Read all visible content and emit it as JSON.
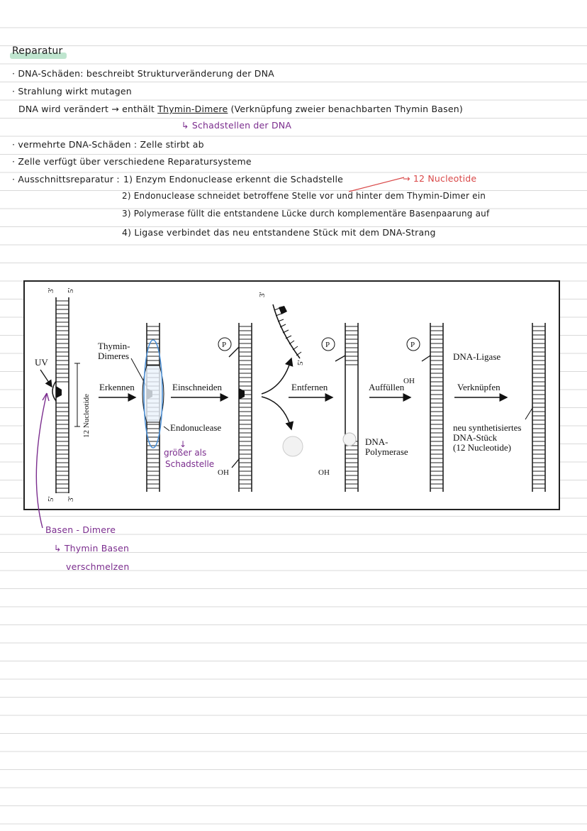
{
  "notes": {
    "title": "Reparatur",
    "line1": "· DNA-Schäden: beschreibt Strukturveränderung der DNA",
    "line2": "· Strahlung wirkt mutagen",
    "line3": "DNA wird verändert → enthält",
    "line3_link": "Thymin-Dimere",
    "line3_rest": "(Verknüpfung zweier benachbarten Thymin Basen)",
    "line3_sub": "↳ Schadstellen der DNA",
    "line4": "· vermehrte  DNA-Schäden : Zelle stirbt ab",
    "line5": "· Zelle verfügt über verschiedene Reparatursysteme",
    "line6_label": "· Ausschnittsreparatur :",
    "step1": "1) Enzym Endonuclease erkennt die Schadstelle",
    "step1_note": "→ 12 Nucleotide",
    "step2": "2) Endonuclease schneidet betroffene Stelle vor und hinter dem Thymin-Dimer ein",
    "step3": "3) Polymerase füllt die entstandene Lücke durch komplementäre Basenpaarung auf",
    "step4": "4) Ligase verbindet das neu entstandene Stück mit dem DNA-Strang"
  },
  "figure": {
    "uv": "UV",
    "prime3_top": "3'",
    "prime5_top": "5'",
    "prime5_bottom": "5'",
    "prime3_bottom": "3'",
    "nucleotide_count": "12 Nucleotide",
    "thymin_dimeres_1": "Thymin-",
    "thymin_dimeres_2": "Dimeres",
    "erkennen": "Erkennen",
    "einschneiden": "Einschneiden",
    "entfernen": "Entfernen",
    "auffuellen": "Auffüllen",
    "verknuepfen": "Verknüpfen",
    "endonuclease": "Endonuclease",
    "p": "P",
    "oh": "OH",
    "dna_polymerase_1": "DNA-",
    "dna_polymerase_2": "Polymerase",
    "dna_ligase": "DNA-Ligase",
    "neu_1": "neu synthetisiertes",
    "neu_2": "DNA-Stück",
    "neu_3": "(12 Nucleotide)",
    "annot_arrow": "↓",
    "annot_1": "größer als",
    "annot_2": "Schadstelle",
    "prime3_removed": "3'",
    "prime5_removed": "5'"
  },
  "footnote": {
    "line1": "Basen - Dimere",
    "line2": "↳ Thymin Basen",
    "line3": "verschmelzen"
  },
  "colors": {
    "purple": "#7b2d8e",
    "red": "#d94848",
    "highlight_green": "#bfe5cf",
    "annotation_blue": "#4a8fd6"
  }
}
